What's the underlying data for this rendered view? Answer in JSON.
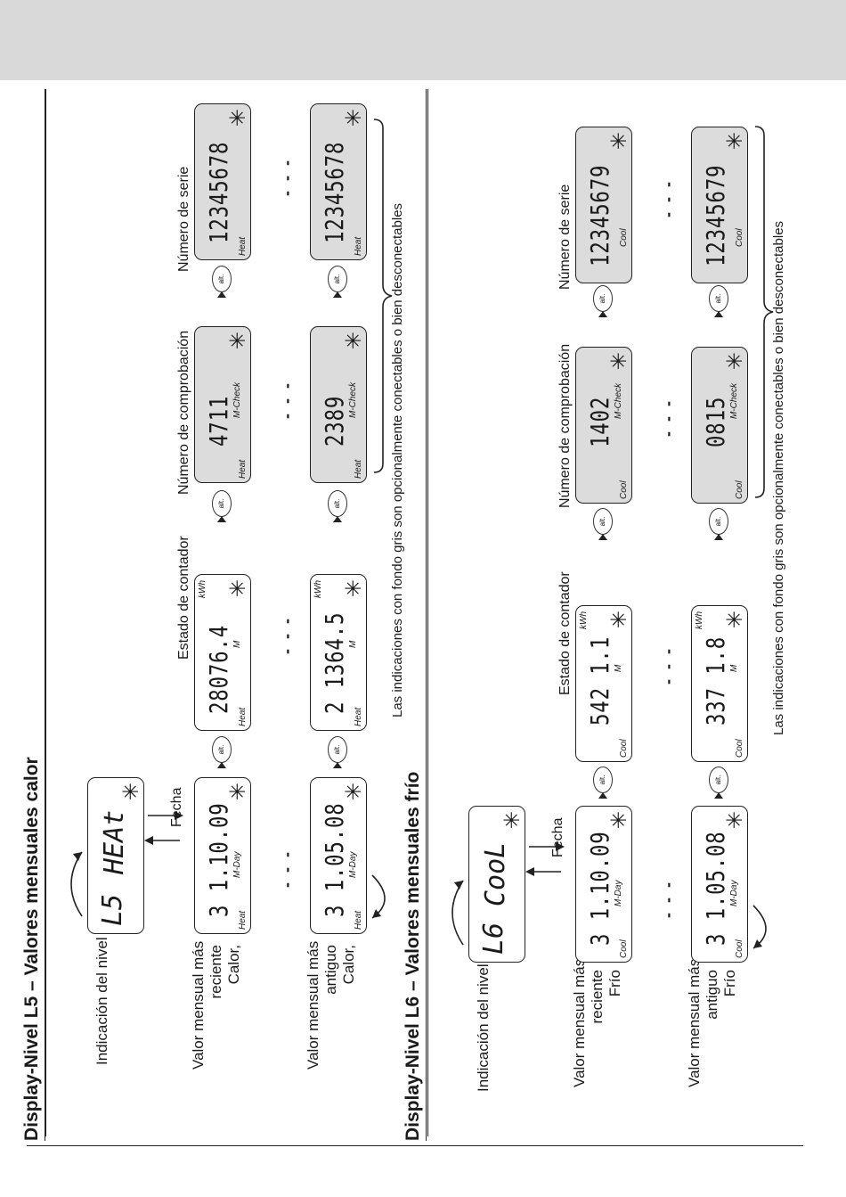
{
  "sections": [
    {
      "title": "Display-Nivel L5 – Valores mensuales calor",
      "level_label": "Indicación del nivel",
      "level_code": "L5",
      "level_text": "HEAt",
      "fecha_label": "Fecha",
      "row1_label": [
        "Valor mensual más",
        "reciente",
        "Calor,"
      ],
      "row2_label": [
        "Valor mensual más",
        "antiguo",
        "Calor,"
      ],
      "col_headers": [
        "Estado de contador",
        "Número de comprobación",
        "Número de serie"
      ],
      "mode_tag": "Heat",
      "mday_tag": "M-Day",
      "m_tag": "M",
      "mcheck_tag": "M-Check",
      "unit": "kWh",
      "alt_label": "alt.",
      "star": "✳",
      "dashes": "- - -",
      "row1": {
        "date": "3 1.10.09",
        "counter": "28076.4",
        "check": "4711",
        "serial": "12345678"
      },
      "row2": {
        "date": "3 1.05.08",
        "counter": "2 1364.5",
        "check": "2389",
        "serial": "12345678"
      },
      "note": "Las indicaciones con fondo gris son opcionalmente conectables o bien desconectables"
    },
    {
      "title": "Display-Nivel L6 – Valores mensuales frío",
      "level_label": "Indicación del nivel",
      "level_code": "L6",
      "level_text": "CooL",
      "fecha_label": "Fecha",
      "row1_label": [
        "Valor mensual más",
        "reciente",
        "Frío"
      ],
      "row2_label": [
        "Valor mensual más",
        "antiguo",
        "Frío"
      ],
      "col_headers": [
        "Estado de contador",
        "Número de comprobación",
        "Número de serie"
      ],
      "mode_tag": "Cool",
      "mday_tag": "M-Day",
      "m_tag": "M",
      "mcheck_tag": "M-Check",
      "unit": "kWh",
      "alt_label": "alt.",
      "star": "✳",
      "dashes": "- - -",
      "row1": {
        "date": "3 1.10.09",
        "counter": "542 1.1",
        "check": "1402",
        "serial": "12345679"
      },
      "row2": {
        "date": "3 1.05.08",
        "counter": "337 1.8",
        "check": "0815",
        "serial": "12345679"
      },
      "note": "Las indicaciones con fondo gris son opcionalmente conectables o bien desconectables"
    }
  ]
}
